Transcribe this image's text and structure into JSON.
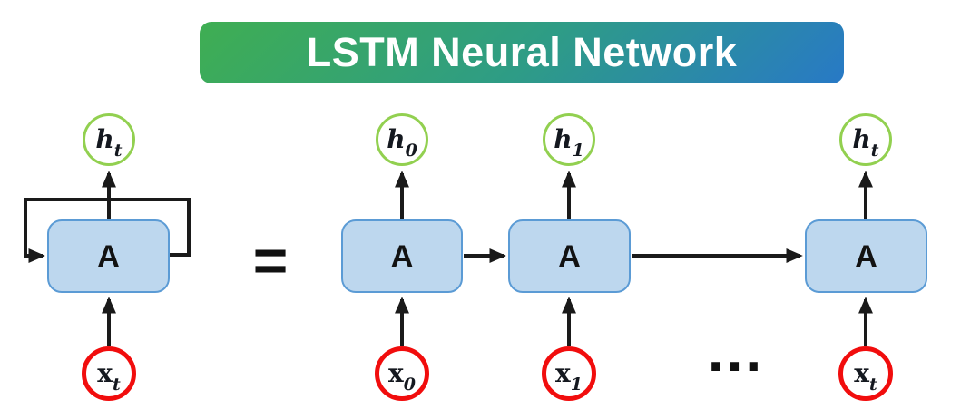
{
  "title": "LSTM Neural Network",
  "equals_sign": "=",
  "ellipsis": "...",
  "folded_cell": {
    "cell_label": "A",
    "output_label": {
      "main": "h",
      "sub": "t"
    },
    "input_label": {
      "main": "x",
      "sub": "t"
    }
  },
  "unrolled_cells": [
    {
      "cell_label": "A",
      "output_label": {
        "main": "h",
        "sub": "0"
      },
      "input_label": {
        "main": "x",
        "sub": "0"
      }
    },
    {
      "cell_label": "A",
      "output_label": {
        "main": "h",
        "sub": "1"
      },
      "input_label": {
        "main": "x",
        "sub": "1"
      }
    },
    {
      "cell_label": "A",
      "output_label": {
        "main": "h",
        "sub": "t"
      },
      "input_label": {
        "main": "x",
        "sub": "t"
      }
    }
  ],
  "colors": {
    "banner-gradient-start": "#3fae52",
    "banner-gradient-mid": "#2e9c86",
    "banner-gradient-end": "#2879c6",
    "title-text": "#ffffff",
    "cell-fill": "#bdd7ee",
    "cell-border": "#5b9bd5",
    "output-node-border": "#92d050",
    "input-node-border": "#f10d0d",
    "node-fill": "#ffffff",
    "arrow": "#1a1a1a",
    "label-text": "#14181f"
  }
}
